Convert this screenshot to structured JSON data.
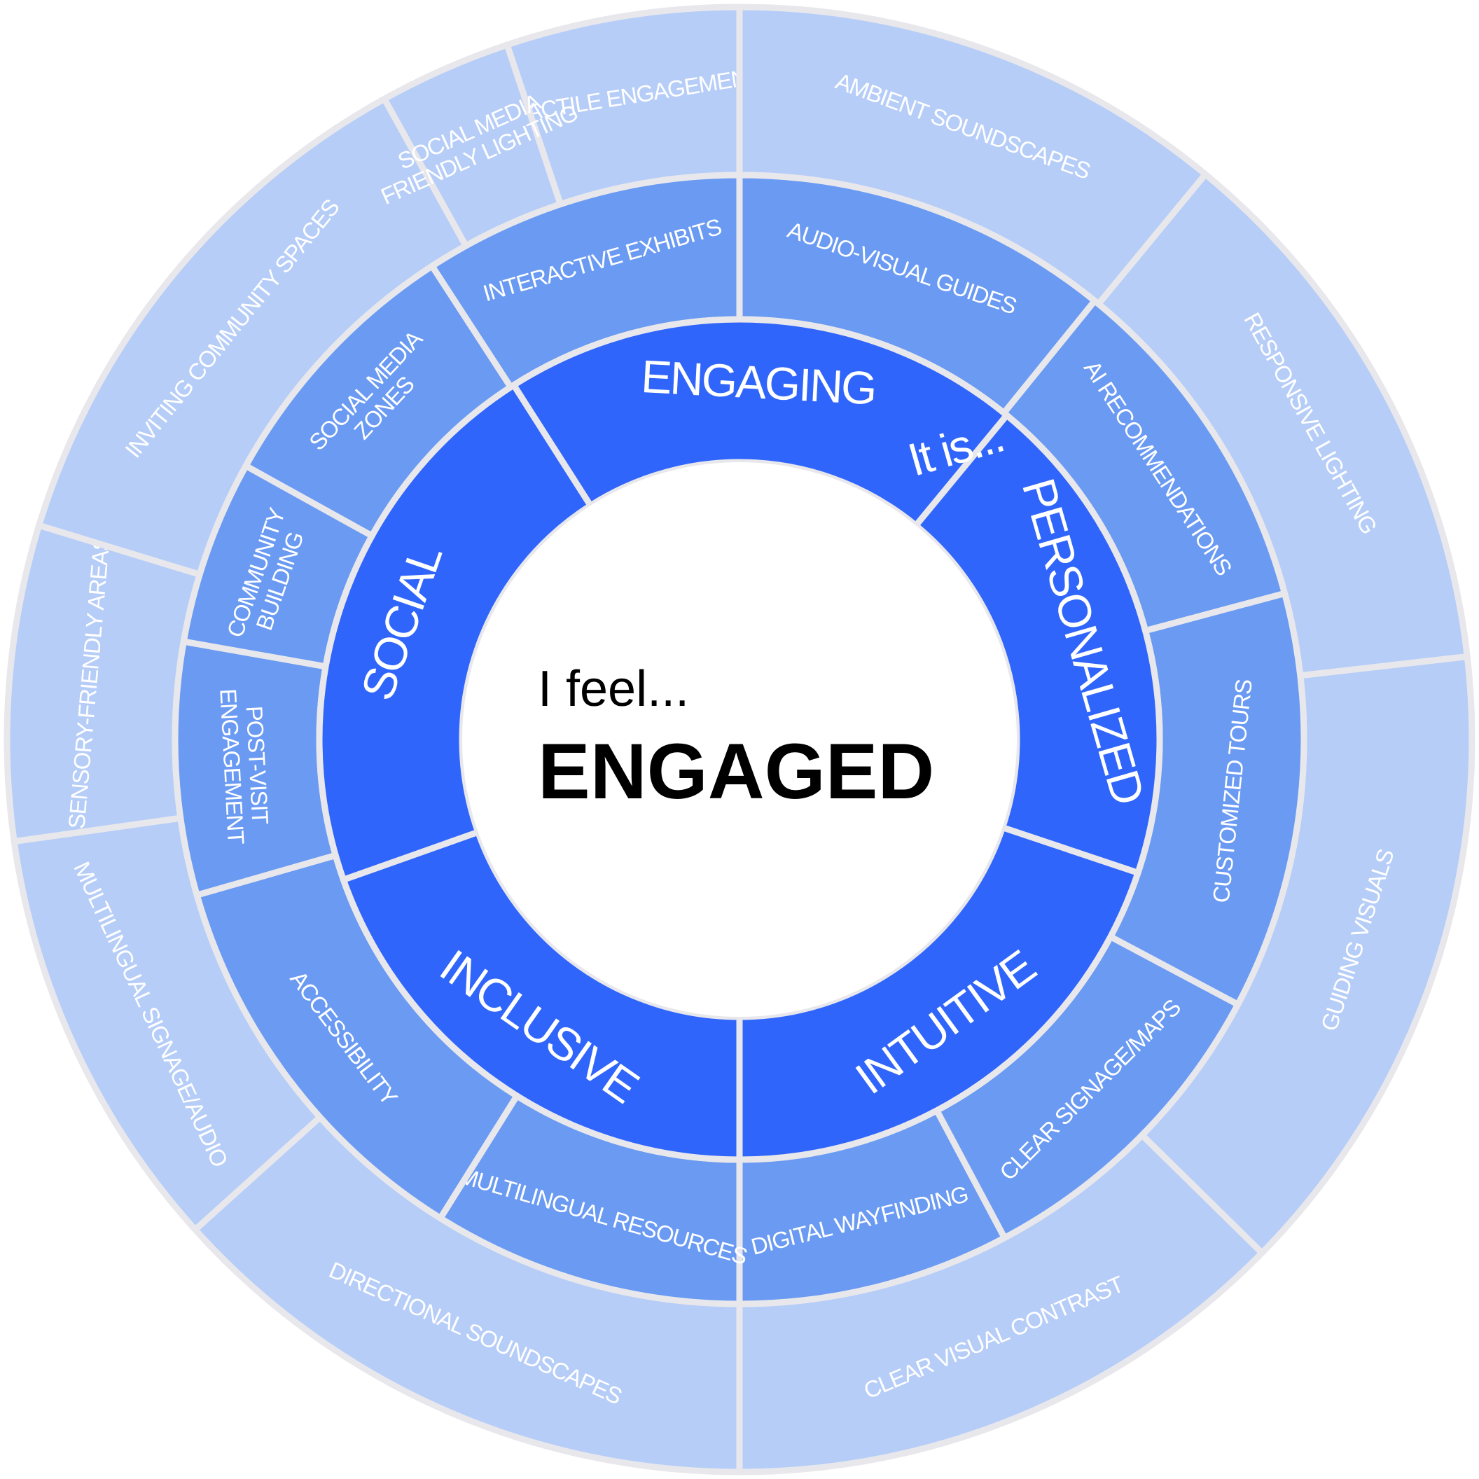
{
  "center": {
    "subtitle": "I feel...",
    "title": "ENGAGED"
  },
  "inner_prefix": "It is...",
  "colors": {
    "inner": "#3065fb",
    "middle": "#6a9af2",
    "outer": "#b6cdf8",
    "separator": "#e8e8ec",
    "center": "#ffffff"
  },
  "inner_ring": [
    {
      "label": "ENGAGING"
    },
    {
      "label": "PERSONALIZED"
    },
    {
      "label": "INTUITIVE"
    },
    {
      "label": "INCLUSIVE"
    },
    {
      "label": "SOCIAL"
    }
  ],
  "middle_ring": [
    {
      "label": [
        "INTERACTIVE EXHIBITS"
      ]
    },
    {
      "label": [
        "AUDIO-VISUAL GUIDES"
      ]
    },
    {
      "label": [
        "AI RECOMMENDATIONS"
      ]
    },
    {
      "label": [
        "CUSTOMIZED TOURS"
      ]
    },
    {
      "label": [
        "CLEAR SIGNAGE/MAPS"
      ]
    },
    {
      "label": [
        "DIGITAL WAYFINDING"
      ]
    },
    {
      "label": [
        "MULTILINGUAL RESOURCES"
      ]
    },
    {
      "label": [
        "ACCESSIBILITY"
      ]
    },
    {
      "label": [
        "POST-VISIT",
        "ENGAGEMENT"
      ]
    },
    {
      "label": [
        "COMMUNITY",
        "BUILDING"
      ]
    },
    {
      "label": [
        "SOCIAL MEDIA",
        "ZONES"
      ]
    }
  ],
  "outer_ring": [
    {
      "label": [
        "TACTILE ENGAGEMENT"
      ]
    },
    {
      "label": [
        "AMBIENT SOUNDSCAPES"
      ]
    },
    {
      "label": [
        "RESPONSIVE LIGHTING"
      ]
    },
    {
      "label": [
        "GUIDING VISUALS"
      ]
    },
    {
      "label": [
        "CLEAR VISUAL CONTRAST"
      ]
    },
    {
      "label": [
        "DIRECTIONAL SOUNDSCAPES"
      ]
    },
    {
      "label": [
        "MULTILINGUAL SIGNAGE/AUDIO"
      ]
    },
    {
      "label": [
        "SENSORY-FRIENDLY AREAS"
      ]
    },
    {
      "label": [
        "INVITING COMMUNITY SPACES"
      ]
    },
    {
      "label": [
        "SOCIAL MEDIA",
        "FRIENDLY LIGHTING"
      ]
    }
  ]
}
